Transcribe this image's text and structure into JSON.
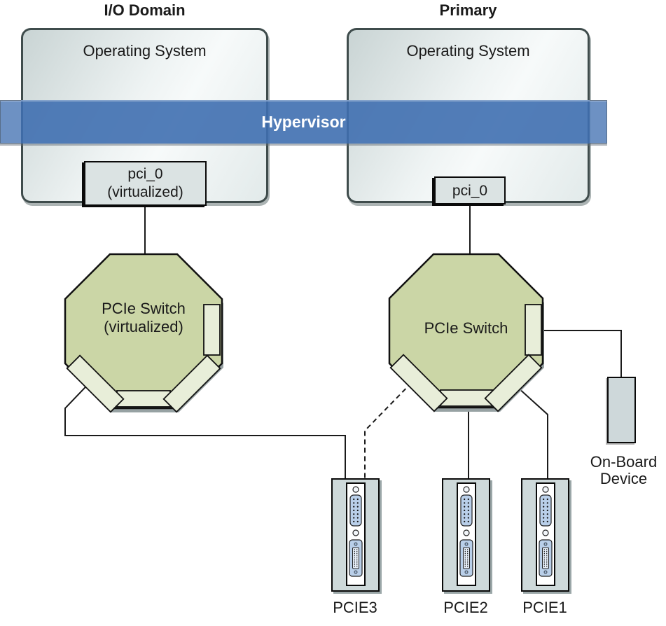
{
  "titles": {
    "left": "I/O Domain",
    "right": "Primary"
  },
  "os_boxes": {
    "left_label": "Operating System",
    "right_label": "Operating System"
  },
  "hypervisor": {
    "label": "Hypervisor"
  },
  "pci": {
    "left_line1": "pci_0",
    "left_line2": "(virtualized)",
    "right_label": "pci_0"
  },
  "switches": {
    "left_line1": "PCIe Switch",
    "left_line2": "(virtualized)",
    "right_label": "PCIe Switch"
  },
  "onboard": {
    "line1": "On-Board",
    "line2": "Device"
  },
  "cards": [
    {
      "label": "PCIE3"
    },
    {
      "label": "PCIE2"
    },
    {
      "label": "PCIE1"
    }
  ],
  "colors": {
    "hypervisor_blue": "#3f6fb0",
    "switch_fill": "#cbd6a6",
    "port_fill": "#e8eed9",
    "os_box_gray": "#d8e1e1",
    "card_gray": "#ced9da",
    "connector_blue": "#b9cfe9",
    "line_black": "#1a1a1a",
    "shadow_gray": "#97a2a3"
  }
}
